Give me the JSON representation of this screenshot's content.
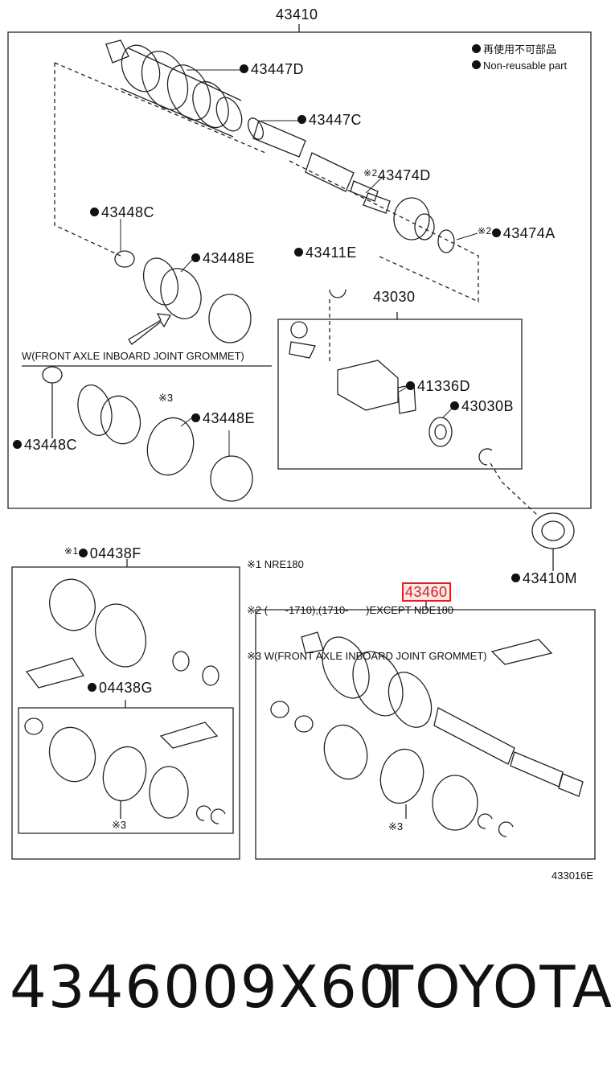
{
  "diagram": {
    "assembly_part_top": "43410",
    "legend": {
      "jp": "再使用不可部品",
      "en": "Non-reusable part"
    },
    "parts": {
      "p43447D": "43447D",
      "p43447C": "43447C",
      "p43474D": "43474D",
      "p43448C_top": "43448C",
      "p43474A": "43474A",
      "p43411E": "43411E",
      "p43448E_top": "43448E",
      "p43030": "43030",
      "p41336D": "41336D",
      "p43030B": "43030B",
      "p43448E_bottom": "43448E",
      "p43448C_bottom": "43448C",
      "p43410M": "43410M",
      "p04438F": "04438F",
      "p04438G": "04438G",
      "p43460": "43460"
    },
    "marks": {
      "m2": "※2",
      "m3": "※3",
      "m1": "※1"
    },
    "grommet_caption": "W(FRONT AXLE INBOARD JOINT GROMMET)",
    "notes": [
      "※1 NRE180",
      "※2 (      -1710),(1710-      )EXCEPT NDE180",
      "※3 W(FRONT AXLE INBOARD JOINT GROMMET)"
    ],
    "figure_code": "433016E"
  },
  "footer": {
    "part_number": "4346009X60",
    "brand": "TOYOTA"
  }
}
